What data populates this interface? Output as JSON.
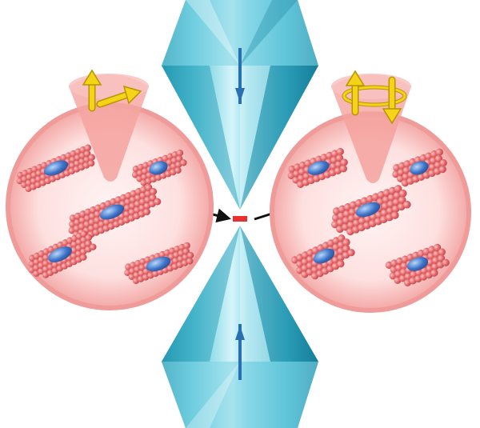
{
  "figure": {
    "kind": "illustration",
    "colors": {
      "background": "#ffffff",
      "anvil_light": "#c8f0f6",
      "anvil_mid": "#5cc7da",
      "anvil_dark": "#1f8fa8",
      "anvil_core": "#2a6fb0",
      "sample_marker": "#e8302f",
      "circle_fill": "#fbd4d2",
      "circle_rim": "#e88c8c",
      "atom": "#e86b6e",
      "atom_highlight": "#f7b3b3",
      "core": "#3f74c9",
      "core_highlight": "#9fc7f2",
      "cone": "#f5a6a2",
      "arrow_gold": "#f5d418",
      "arrow_outline": "#b89400",
      "pointer": "#111111"
    },
    "icons": [
      "upper-diamond-anvil",
      "lower-diamond-anvil",
      "sample-marker",
      "incoming-arrow",
      "outgoing-arrow",
      "left-magnified-view",
      "right-magnified-view",
      "spin-arrows-collinear",
      "spin-arrows-precessing"
    ]
  }
}
